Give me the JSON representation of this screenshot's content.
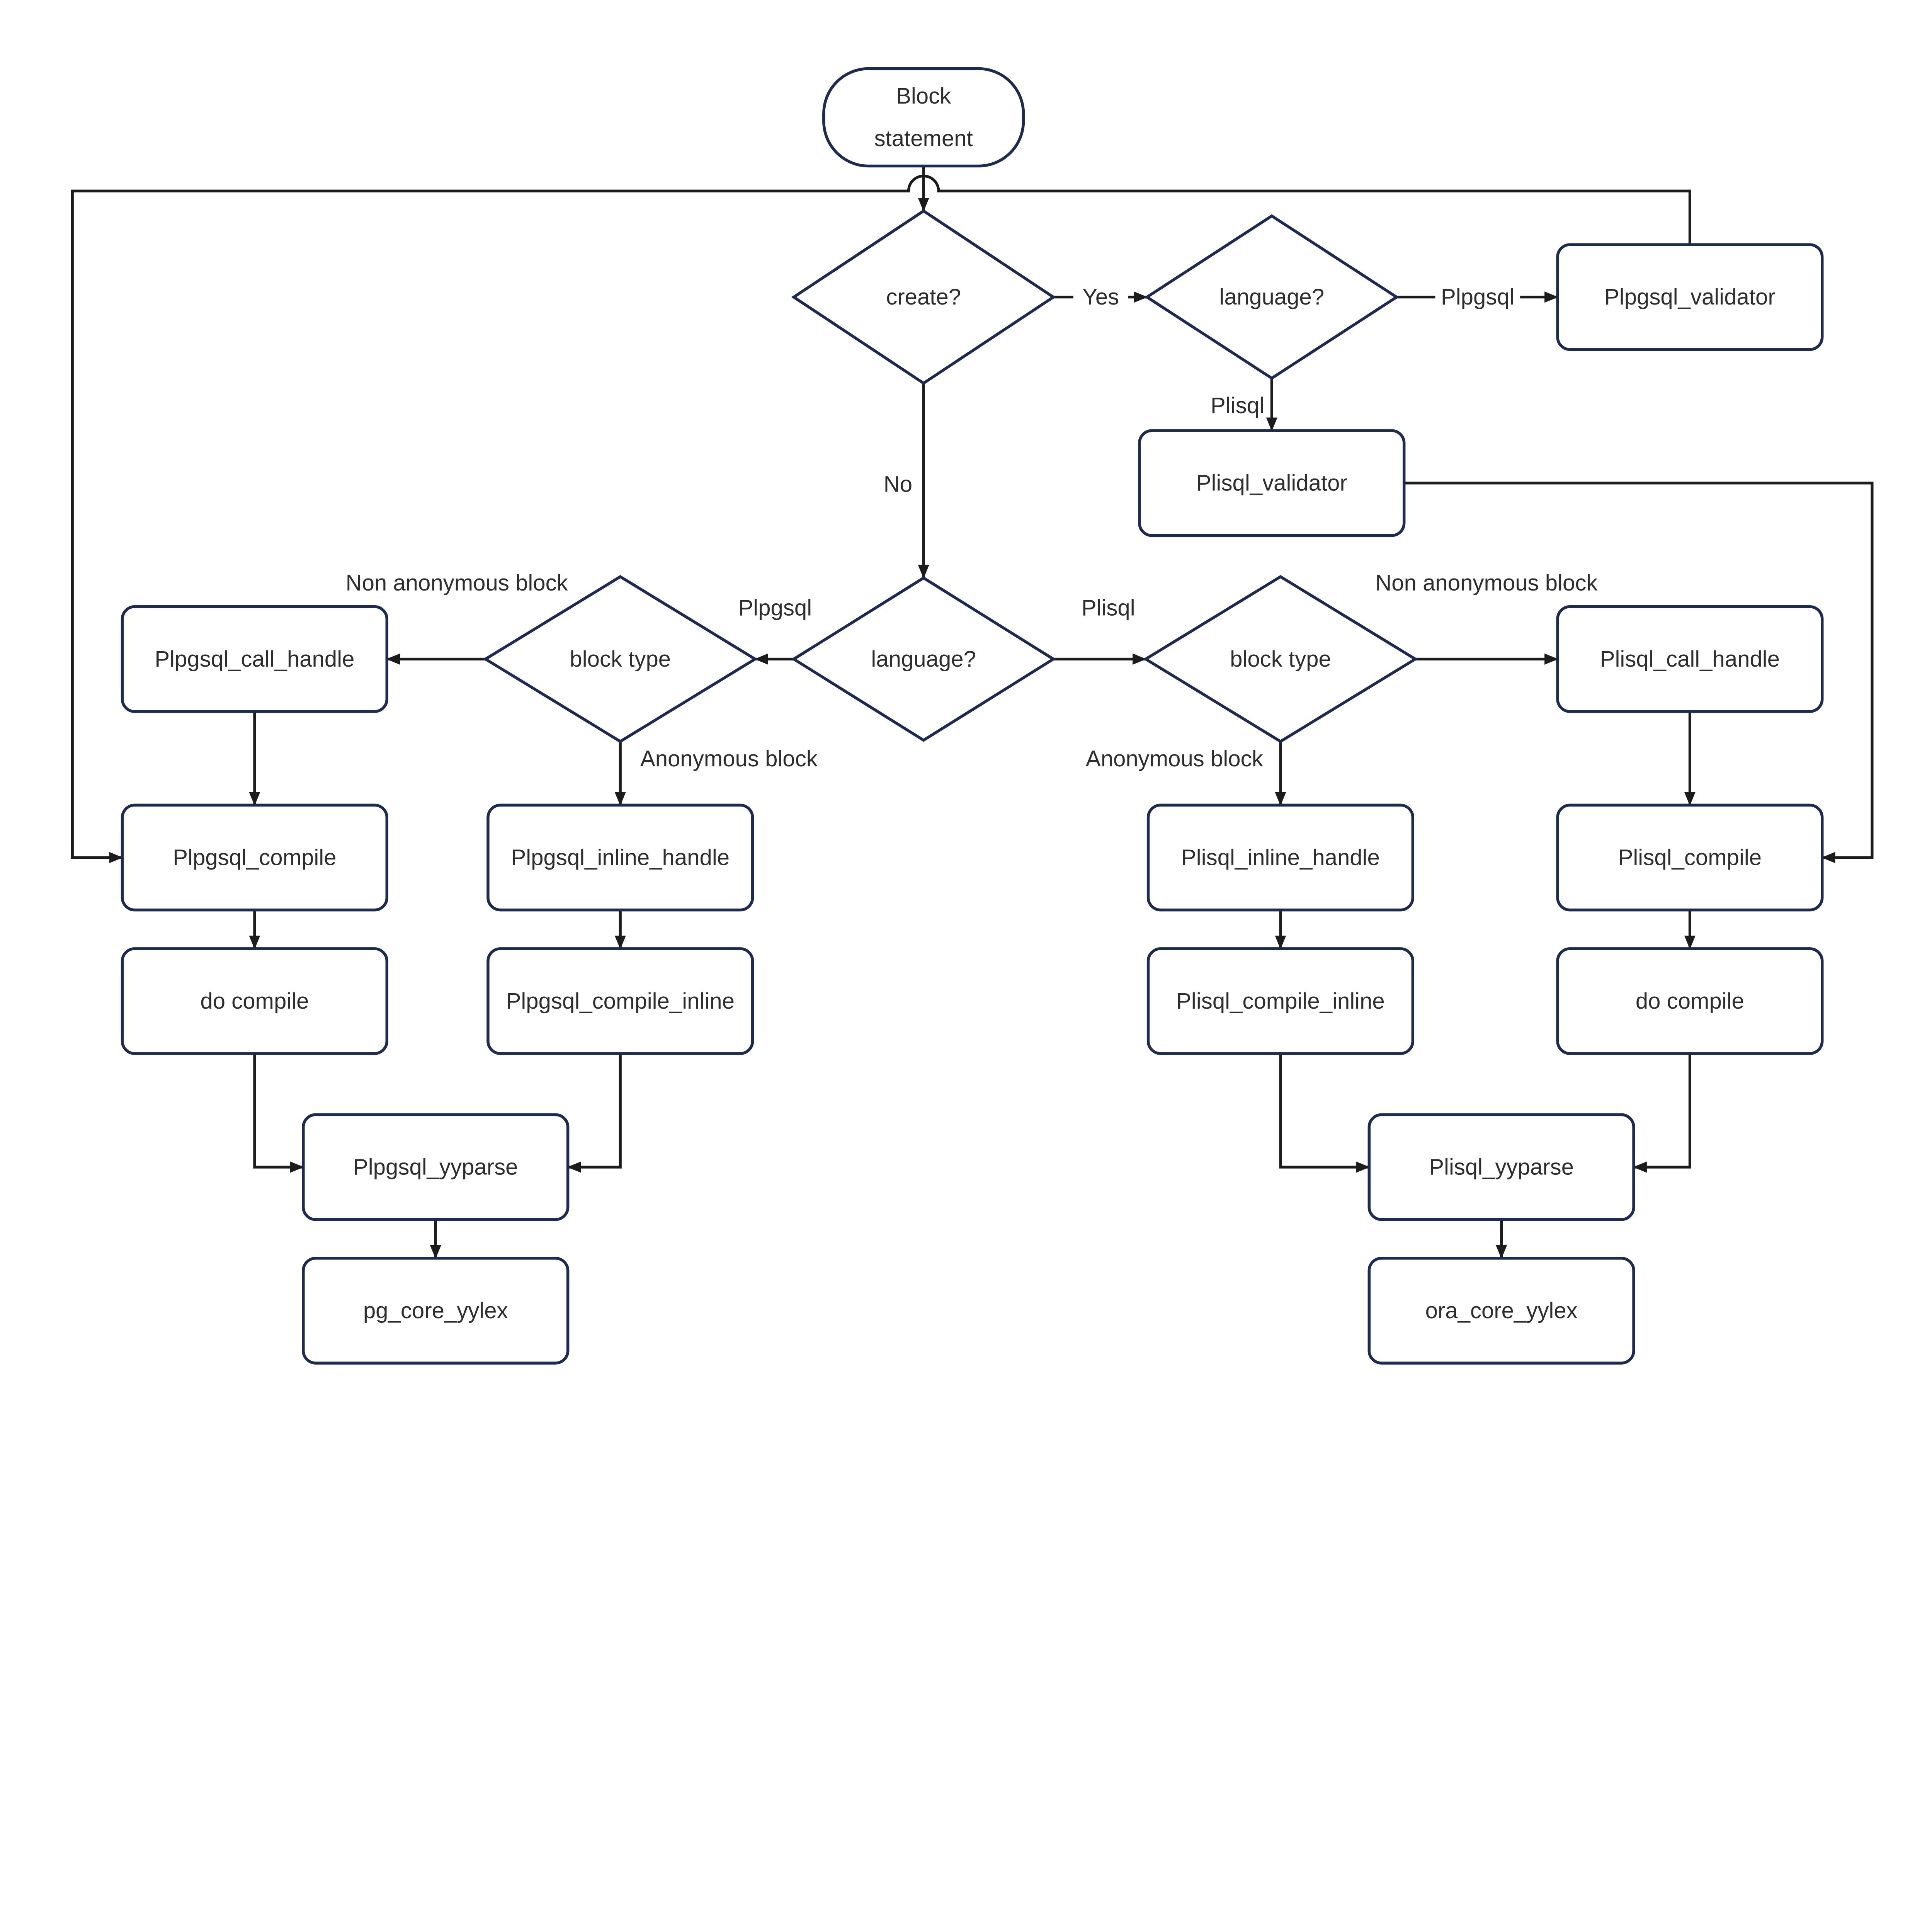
{
  "colors": {
    "shape_stroke": "#1f2a50",
    "connector": "#1c1c1c",
    "text": "#2d2d2d",
    "background": "#ffffff"
  },
  "nodes": {
    "block_statement": {
      "type": "terminator",
      "line1": "Block",
      "line2": "statement"
    },
    "create_decision": {
      "type": "decision",
      "label": "create?"
    },
    "language_top": {
      "type": "decision",
      "label": "language?"
    },
    "language_center": {
      "type": "decision",
      "label": "language?"
    },
    "block_type_left": {
      "type": "decision",
      "label": "block type"
    },
    "block_type_right": {
      "type": "decision",
      "label": "block type"
    },
    "plpgsql_validator": {
      "type": "process",
      "label": "Plpgsql_validator"
    },
    "plisql_validator": {
      "type": "process",
      "label": "Plisql_validator"
    },
    "plpgsql_call_handle": {
      "type": "process",
      "label": "Plpgsql_call_handle"
    },
    "plisql_call_handle": {
      "type": "process",
      "label": "Plisql_call_handle"
    },
    "plpgsql_compile": {
      "type": "process",
      "label": "Plpgsql_compile"
    },
    "plpgsql_inline_handle": {
      "type": "process",
      "label": "Plpgsql_inline_handle"
    },
    "plisql_inline_handle": {
      "type": "process",
      "label": "Plisql_inline_handle"
    },
    "plisql_compile": {
      "type": "process",
      "label": "Plisql_compile"
    },
    "do_compile_left": {
      "type": "process",
      "label": "do compile"
    },
    "plpgsql_compile_inline": {
      "type": "process",
      "label": "Plpgsql_compile_inline"
    },
    "plisql_compile_inline": {
      "type": "process",
      "label": "Plisql_compile_inline"
    },
    "do_compile_right": {
      "type": "process",
      "label": "do compile"
    },
    "plpgsql_yyparse": {
      "type": "process",
      "label": "Plpgsql_yyparse"
    },
    "plisql_yyparse": {
      "type": "process",
      "label": "Plisql_yyparse"
    },
    "pg_core_yylex": {
      "type": "process",
      "label": "pg_core_yylex"
    },
    "ora_core_yylex": {
      "type": "process",
      "label": "ora_core_yylex"
    }
  },
  "edge_labels": {
    "yes": "Yes",
    "no": "No",
    "plpgsql_top": "Plpgsql",
    "plisql_top": "Plisql",
    "plpgsql_mid_left": "Plpgsql",
    "plisql_mid_right": "Plisql",
    "non_anonymous_left": "Non anonymous block",
    "anonymous_left": "Anonymous block",
    "non_anonymous_right": "Non anonymous block",
    "anonymous_right": "Anonymous block"
  }
}
